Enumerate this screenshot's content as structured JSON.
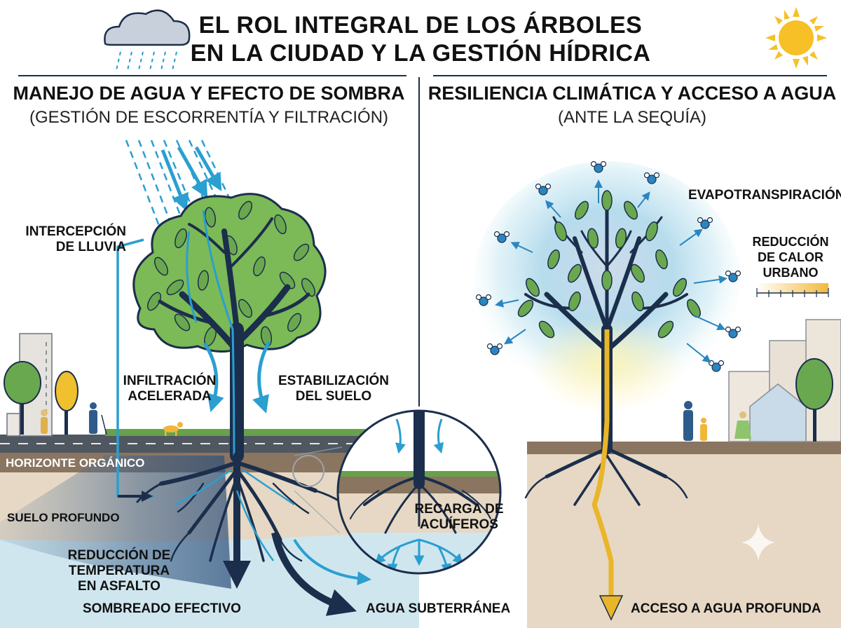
{
  "title": {
    "line1": "EL ROL INTEGRAL DE LOS ÁRBOLES",
    "line2": "EN LA CIUDAD Y LA GESTIÓN HÍDRICA"
  },
  "left_panel": {
    "heading": "MANEJO DE AGUA Y EFECTO DE SOMBRA",
    "subheading": "(GESTIÓN DE ESCORRENTÍA Y FILTRACIÓN)",
    "labels": {
      "interception_1": "INTERCEPCIÓN",
      "interception_2": "DE LLUVIA",
      "infiltration_1": "INFILTRACIÓN",
      "infiltration_2": "ACELERADA",
      "stabilization_1": "ESTABILIZACIÓN",
      "stabilization_2": "DEL SUELO",
      "organic_horizon": "HORIZONTE ORGÁNICO",
      "deep_soil": "SUELO PROFUNDO",
      "temp_reduction_1": "REDUCCIÓN DE",
      "temp_reduction_2": "TEMPERATURA",
      "temp_reduction_3": "EN ASFALTO",
      "shading": "SOMBREADO EFECTIVO",
      "recharge_1": "RECARGA DE",
      "recharge_2": "ACUÍFEROS",
      "groundwater": "AGUA SUBTERRÁNEA"
    }
  },
  "right_panel": {
    "heading": "RESILIENCIA CLIMÁTICA Y ACCESO A AGUA",
    "subheading": "(ANTE LA SEQUÍA)",
    "labels": {
      "evapotranspiration": "EVAPOTRANSPIRACIÓN",
      "heat_reduction_1": "REDUCCIÓN",
      "heat_reduction_2": "DE CALOR",
      "heat_reduction_3": "URBANO",
      "deep_water": "ACCESO A AGUA PROFUNDA"
    }
  },
  "colors": {
    "trunk": "#1b2e4b",
    "leaf": "#6aa84f",
    "water": "#2a9fd0",
    "sun": "#f6c026",
    "deep_root": "#e9b52a",
    "topsoil": "#8a7560",
    "subsoil": "#e6d8c4",
    "groundwater": "#cfe6ef"
  },
  "icons": [
    "rain-cloud-icon",
    "sun-icon",
    "water-molecule-icon",
    "sparkle-icon"
  ]
}
